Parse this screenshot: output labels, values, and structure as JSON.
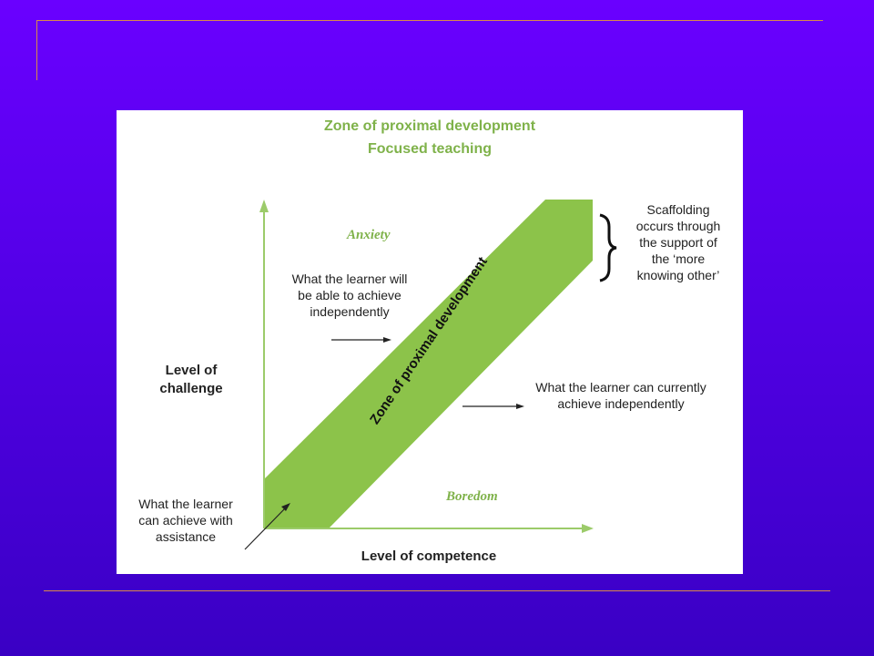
{
  "diagram": {
    "title_line1": "Zone of proximal development",
    "title_line2": "Focused teaching",
    "anxiety": "Anxiety",
    "boredom": "Boredom",
    "band_label": "Zone of proximal development",
    "y_axis": {
      "line1": "Level of",
      "line2": "challenge"
    },
    "x_axis": "Level of competence",
    "scaffolding": {
      "line1": "Scaffolding",
      "line2": "occurs through",
      "line3": "the support of",
      "line4": "the ‘more",
      "line5": "knowing other’"
    },
    "future_independent": {
      "line1": "What the learner will",
      "line2": "be able to achieve",
      "line3": "independently"
    },
    "current_independent": {
      "line1": "What the learner can currently",
      "line2": "achieve independently"
    },
    "with_assistance": {
      "line1": "What the learner",
      "line2": "can achieve with",
      "line3": "assistance"
    },
    "colors": {
      "band": "#8cc34a",
      "band_dark": "#7fb24a",
      "axis": "#9ccb6a",
      "frame_line": "#d88a4a",
      "background_top": "#6a00ff",
      "background_bottom": "#3a00c4"
    }
  }
}
